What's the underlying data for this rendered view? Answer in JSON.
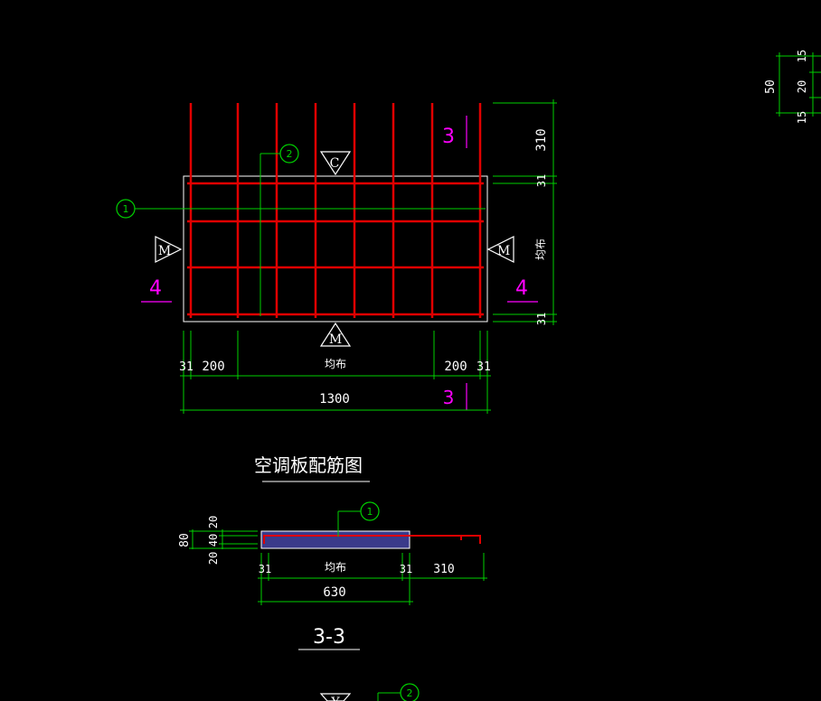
{
  "colors": {
    "background": "#000000",
    "rebar": "#e00000",
    "dimension": "#00d000",
    "text": "#ffffff",
    "section": "#ff00ff",
    "outline": "#ffffff",
    "slab_fill": "#3a3a8a"
  },
  "plan": {
    "labels": {
      "callout_1": "1",
      "callout_2": "2",
      "marker_top": "C",
      "marker_left": "M",
      "marker_right": "M",
      "marker_bottom": "M",
      "section_left": "4",
      "section_right": "4",
      "section_top": "3",
      "section_bottom": "3"
    },
    "dims_bottom": {
      "left_cover": "31",
      "left_edge": "200",
      "middle": "均布",
      "right_edge": "200",
      "right_cover": "31",
      "overall": "1300"
    },
    "dims_right": {
      "top_extension": "310",
      "top_cover": "31",
      "middle": "均布",
      "bottom_cover": "31"
    },
    "title": "空调板配筋图"
  },
  "section": {
    "callout": "1",
    "dims_left": {
      "overall": "80",
      "top": "20",
      "middle": "40",
      "bottom": "20"
    },
    "dims_bottom": {
      "left_cover": "31",
      "middle": "均布",
      "right_cover": "31",
      "extension": "310",
      "overall": "630"
    },
    "title": "3-3"
  },
  "detail_top_right": {
    "overall": "50",
    "top": "15",
    "middle": "20",
    "bottom": "15"
  },
  "bottom_partial": {
    "marker": "Y",
    "callout": "2"
  }
}
